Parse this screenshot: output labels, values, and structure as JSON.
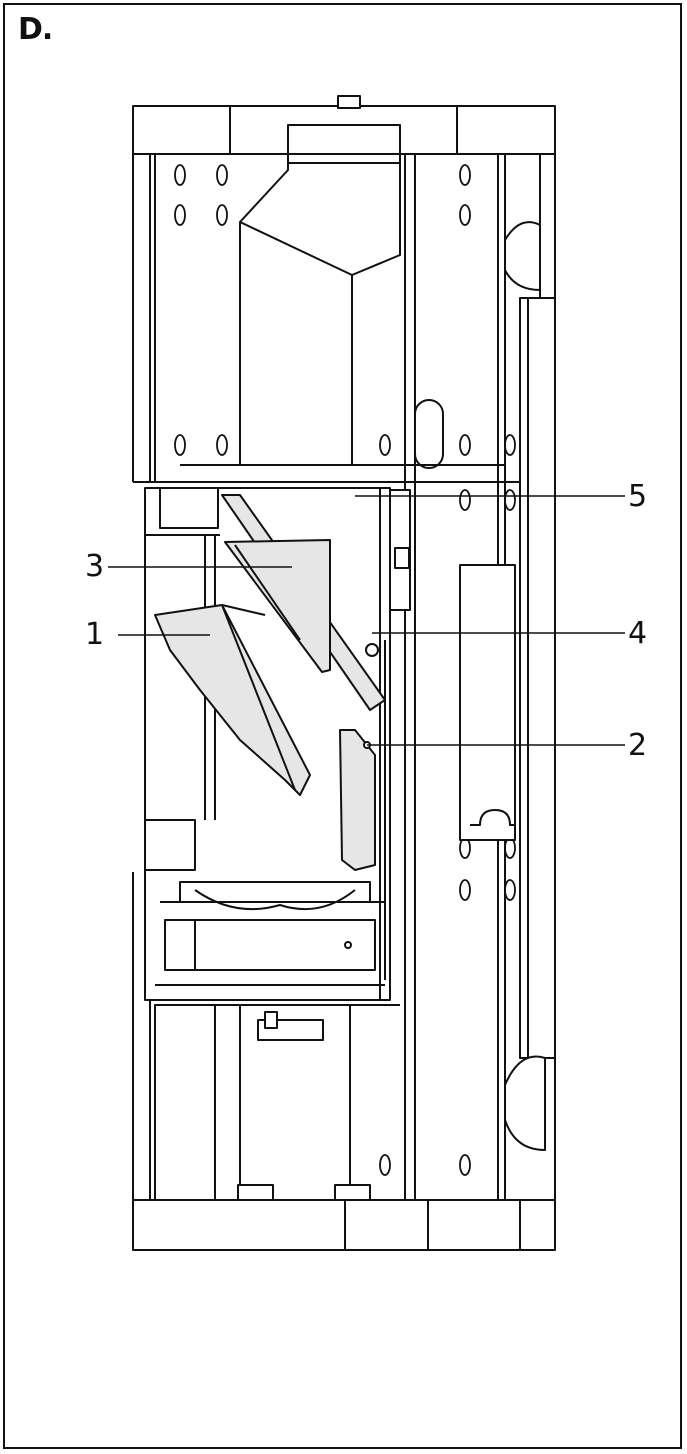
{
  "figure": {
    "label": "D.",
    "callouts": [
      {
        "id": "1",
        "text": "1"
      },
      {
        "id": "2",
        "text": "2"
      },
      {
        "id": "3",
        "text": "3"
      },
      {
        "id": "4",
        "text": "4"
      },
      {
        "id": "5",
        "text": "5"
      }
    ]
  },
  "colors": {
    "line": "#111111",
    "shade": "#e6e6e6",
    "background": "#ffffff"
  }
}
